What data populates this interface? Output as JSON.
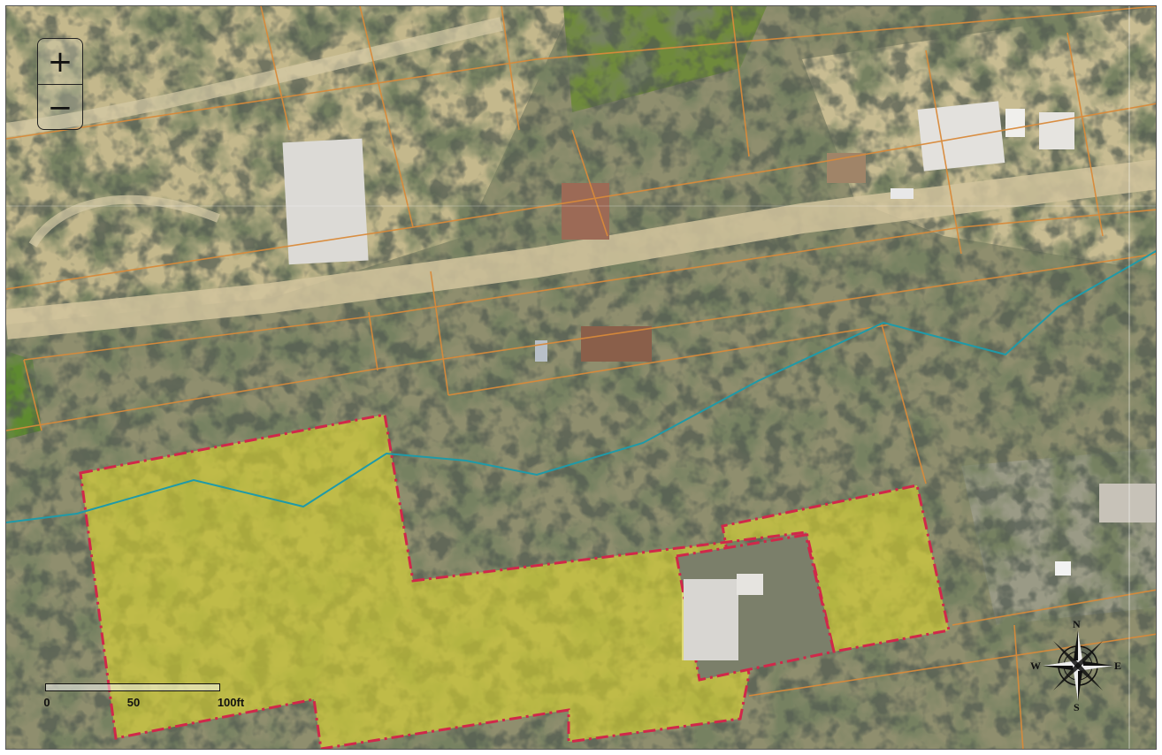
{
  "zoom_controls": {
    "zoom_in_label": "+",
    "zoom_out_label": "−"
  },
  "scale_bar": {
    "labels": [
      "0",
      "50",
      "100ft"
    ]
  },
  "compass": {
    "north": "N",
    "south": "S",
    "east": "E",
    "west": "W"
  },
  "colors": {
    "highlight_fill": "#e8e02a",
    "highlight_border": "#d0284a",
    "parcel_lines": "#d98a3a",
    "stream_line": "#1f9aa8"
  },
  "layers": [
    "aerial-imagery",
    "parcel-boundaries",
    "stream",
    "highlighted-parcel"
  ]
}
